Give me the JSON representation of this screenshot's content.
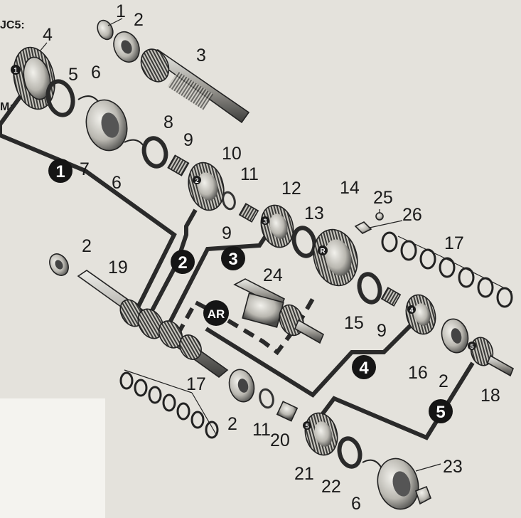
{
  "header": {
    "code": "JC5:"
  },
  "callouts": [
    "1",
    "2",
    "3",
    "4",
    "5",
    "6",
    "7",
    "8",
    "9",
    "10",
    "11",
    "9",
    "12",
    "13",
    "14",
    "25",
    "26",
    "17",
    "2",
    "19",
    "24",
    "15",
    "9",
    "16",
    "2",
    "18",
    "17",
    "2",
    "11",
    "20",
    "21",
    "22",
    "6",
    "23",
    "6"
  ],
  "badges": [
    "1",
    "2",
    "3",
    "4",
    "5",
    "AR"
  ],
  "gear_marks": [
    "1",
    "2",
    "3",
    "4",
    "5",
    "R",
    "5"
  ],
  "colors": {
    "paper": "#e4e2dc",
    "ink": "#1a1a1a",
    "badge": "#151515"
  }
}
